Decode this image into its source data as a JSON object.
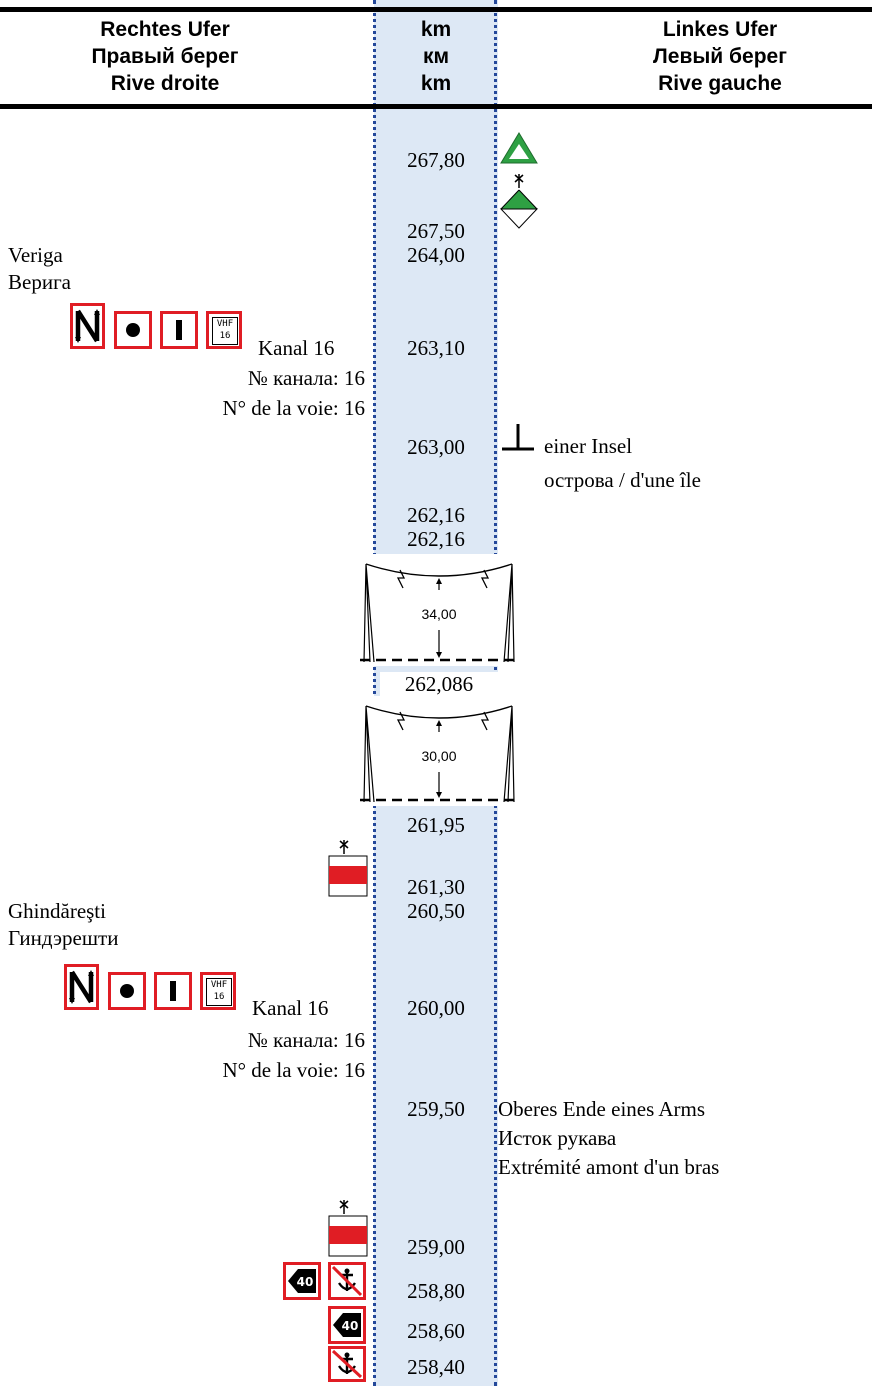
{
  "header": {
    "right_bank": [
      "Rechtes Ufer",
      "Правый берег",
      "Rive droite"
    ],
    "km": [
      "km",
      "км",
      "km"
    ],
    "left_bank": [
      "Linkes Ufer",
      "Левый берег",
      "Rive gauche"
    ]
  },
  "rows": {
    "k1": "267,80",
    "k2": "267,50",
    "veriga_km": "264,00",
    "veriga_name": "Veriga",
    "veriga_name_ru": "Верига",
    "veriga_ch_km": "263,10",
    "veriga_kanal": "Kanal 16",
    "veriga_kanal_ru": "№ канала: 16",
    "veriga_kanal_fr": "N° de la voie: 16",
    "island_km": "263,00",
    "island_de": "einer Insel",
    "island_ru_fr": "острова /  d'une île",
    "k3": "262,16",
    "k4": "262,16",
    "bridge1_clearance": "34,00",
    "bridge_between_km": "262,086",
    "bridge2_clearance": "30,00",
    "k5": "261,95",
    "k6": "261,30",
    "ghind_km": "260,50",
    "ghind_name": "Ghindăreşti",
    "ghind_name_ru": "Гиндэрешти",
    "ghind_ch_km": "260,00",
    "ghind_kanal": "Kanal 16",
    "ghind_kanal_ru": "№ канала: 16",
    "ghind_kanal_fr": "N° de la voie: 16",
    "arm_km": "259,50",
    "arm_de": "Oberes Ende eines Arms",
    "arm_ru": "Исток рукава",
    "arm_fr": "Extrémité amont d'un bras",
    "k7": "259,00",
    "k8": "258,80",
    "k9": "258,60",
    "k10": "258,40"
  },
  "signs": {
    "vhf_label": "VHF",
    "vhf_channel": "16",
    "speed_limit": "40"
  },
  "colors": {
    "sign_red": "#e01d24",
    "buoy_green": "#2ea043",
    "km_band": "#dde8f5",
    "dotted_line": "#24489a"
  }
}
